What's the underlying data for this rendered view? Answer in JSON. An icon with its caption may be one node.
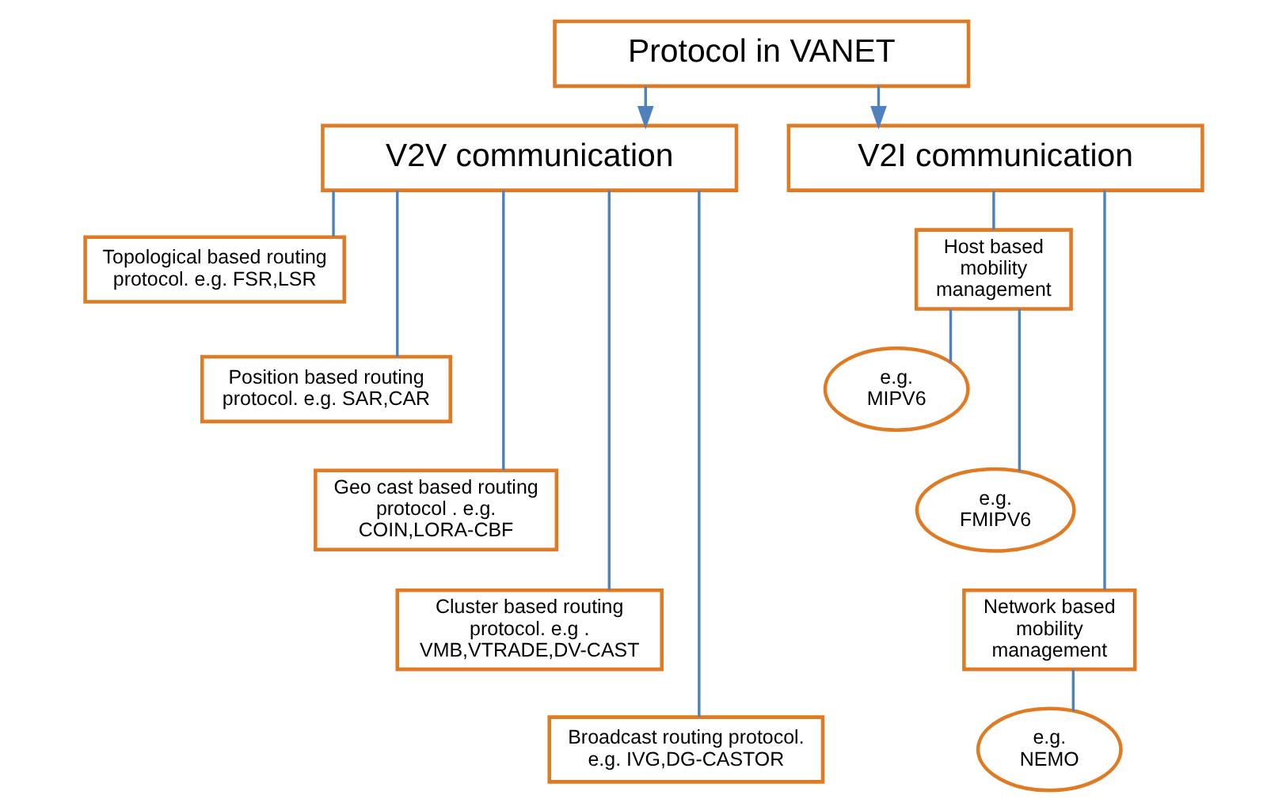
{
  "diagram": {
    "nodes": [
      {
        "text": [
          "Protocol in VANET"
        ]
      },
      {
        "text": [
          "V2V communication"
        ]
      },
      {
        "text": [
          "V2I communication"
        ]
      },
      {
        "text": [
          "Topological based routing protocol. e.g. FSR,LSR"
        ]
      },
      {
        "text": [
          "Position based routing protocol. e.g. SAR,CAR"
        ]
      },
      {
        "text": [
          "Geo cast based routing protocol . e.g. COIN,LORA-CBF"
        ]
      },
      {
        "text": [
          "Cluster based routing protocol. e.g . VMB,VTRADE,DV-CAST"
        ]
      },
      {
        "text": [
          "Broadcast routing protocol. e.g. IVG,DG-CASTOR"
        ]
      },
      {
        "text": [
          "Host based mobility management"
        ]
      },
      {
        "text": [
          "e.g. MIPV6"
        ]
      },
      {
        "text": [
          "e.g. FMIPV6"
        ]
      },
      {
        "text": [
          "Network based mobility management"
        ]
      },
      {
        "text": [
          "e.g. NEMO"
        ]
      }
    ],
    "edges": [
      {
        "from": 0,
        "to": 1,
        "arrow": "to"
      },
      {
        "from": 0,
        "to": 2,
        "arrow": "to"
      },
      {
        "from": 1,
        "to": 3,
        "arrow": "none"
      },
      {
        "from": 1,
        "to": 4,
        "arrow": "none"
      },
      {
        "from": 1,
        "to": 5,
        "arrow": "none"
      },
      {
        "from": 1,
        "to": 6,
        "arrow": "none"
      },
      {
        "from": 1,
        "to": 7,
        "arrow": "none"
      },
      {
        "from": 2,
        "to": 8,
        "arrow": "none"
      },
      {
        "from": 2,
        "to": 11,
        "arrow": "none"
      },
      {
        "from": 8,
        "to": 9,
        "arrow": "none"
      },
      {
        "from": 8,
        "to": 10,
        "arrow": "none"
      },
      {
        "from": 11,
        "to": 12,
        "arrow": "none"
      }
    ]
  }
}
